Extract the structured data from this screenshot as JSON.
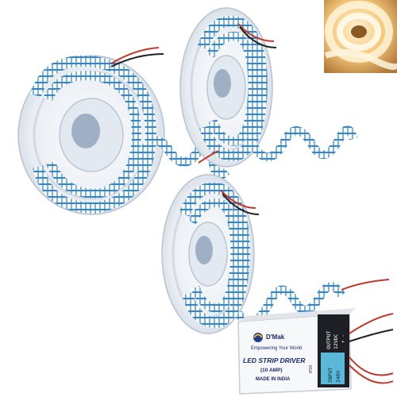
{
  "driver": {
    "brand": "D'Mak",
    "tagline": "Empowering Your World",
    "title": "LED STRIP DRIVER",
    "rating": "(10 AMP)",
    "origin": "MADE IN INDIA",
    "output_label": "OUTPUT",
    "output_value": "12VDC",
    "output_pins": "+  -",
    "input_label": "INPUT",
    "input_value": "240V",
    "side_code": "IP20"
  },
  "colors": {
    "strip_backing": "#3a8fd6",
    "led": "#f4f1e6",
    "reel": "#eef1f6",
    "inset_glow": "#f6c97a",
    "wire_red": "#c0392b",
    "wire_black": "#222222"
  },
  "icons": [
    "reel-icon",
    "led-strip-icon",
    "power-driver-icon",
    "warm-glow-thumbnail"
  ]
}
